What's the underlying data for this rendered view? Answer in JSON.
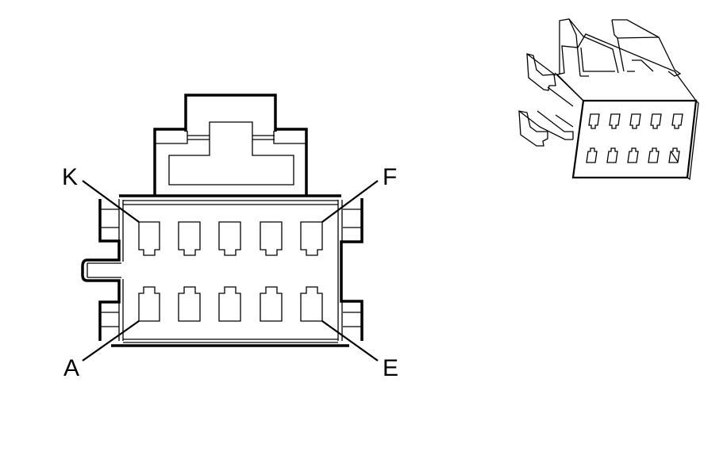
{
  "diagram": {
    "type": "electrical-connector-pinout",
    "front_view": {
      "rows": 2,
      "columns": 5,
      "cavity_count": 10,
      "labels": {
        "top_left": "K",
        "top_right": "F",
        "bottom_left": "A",
        "bottom_right": "E"
      }
    },
    "isometric_view": {
      "cavity_count": 10
    }
  }
}
